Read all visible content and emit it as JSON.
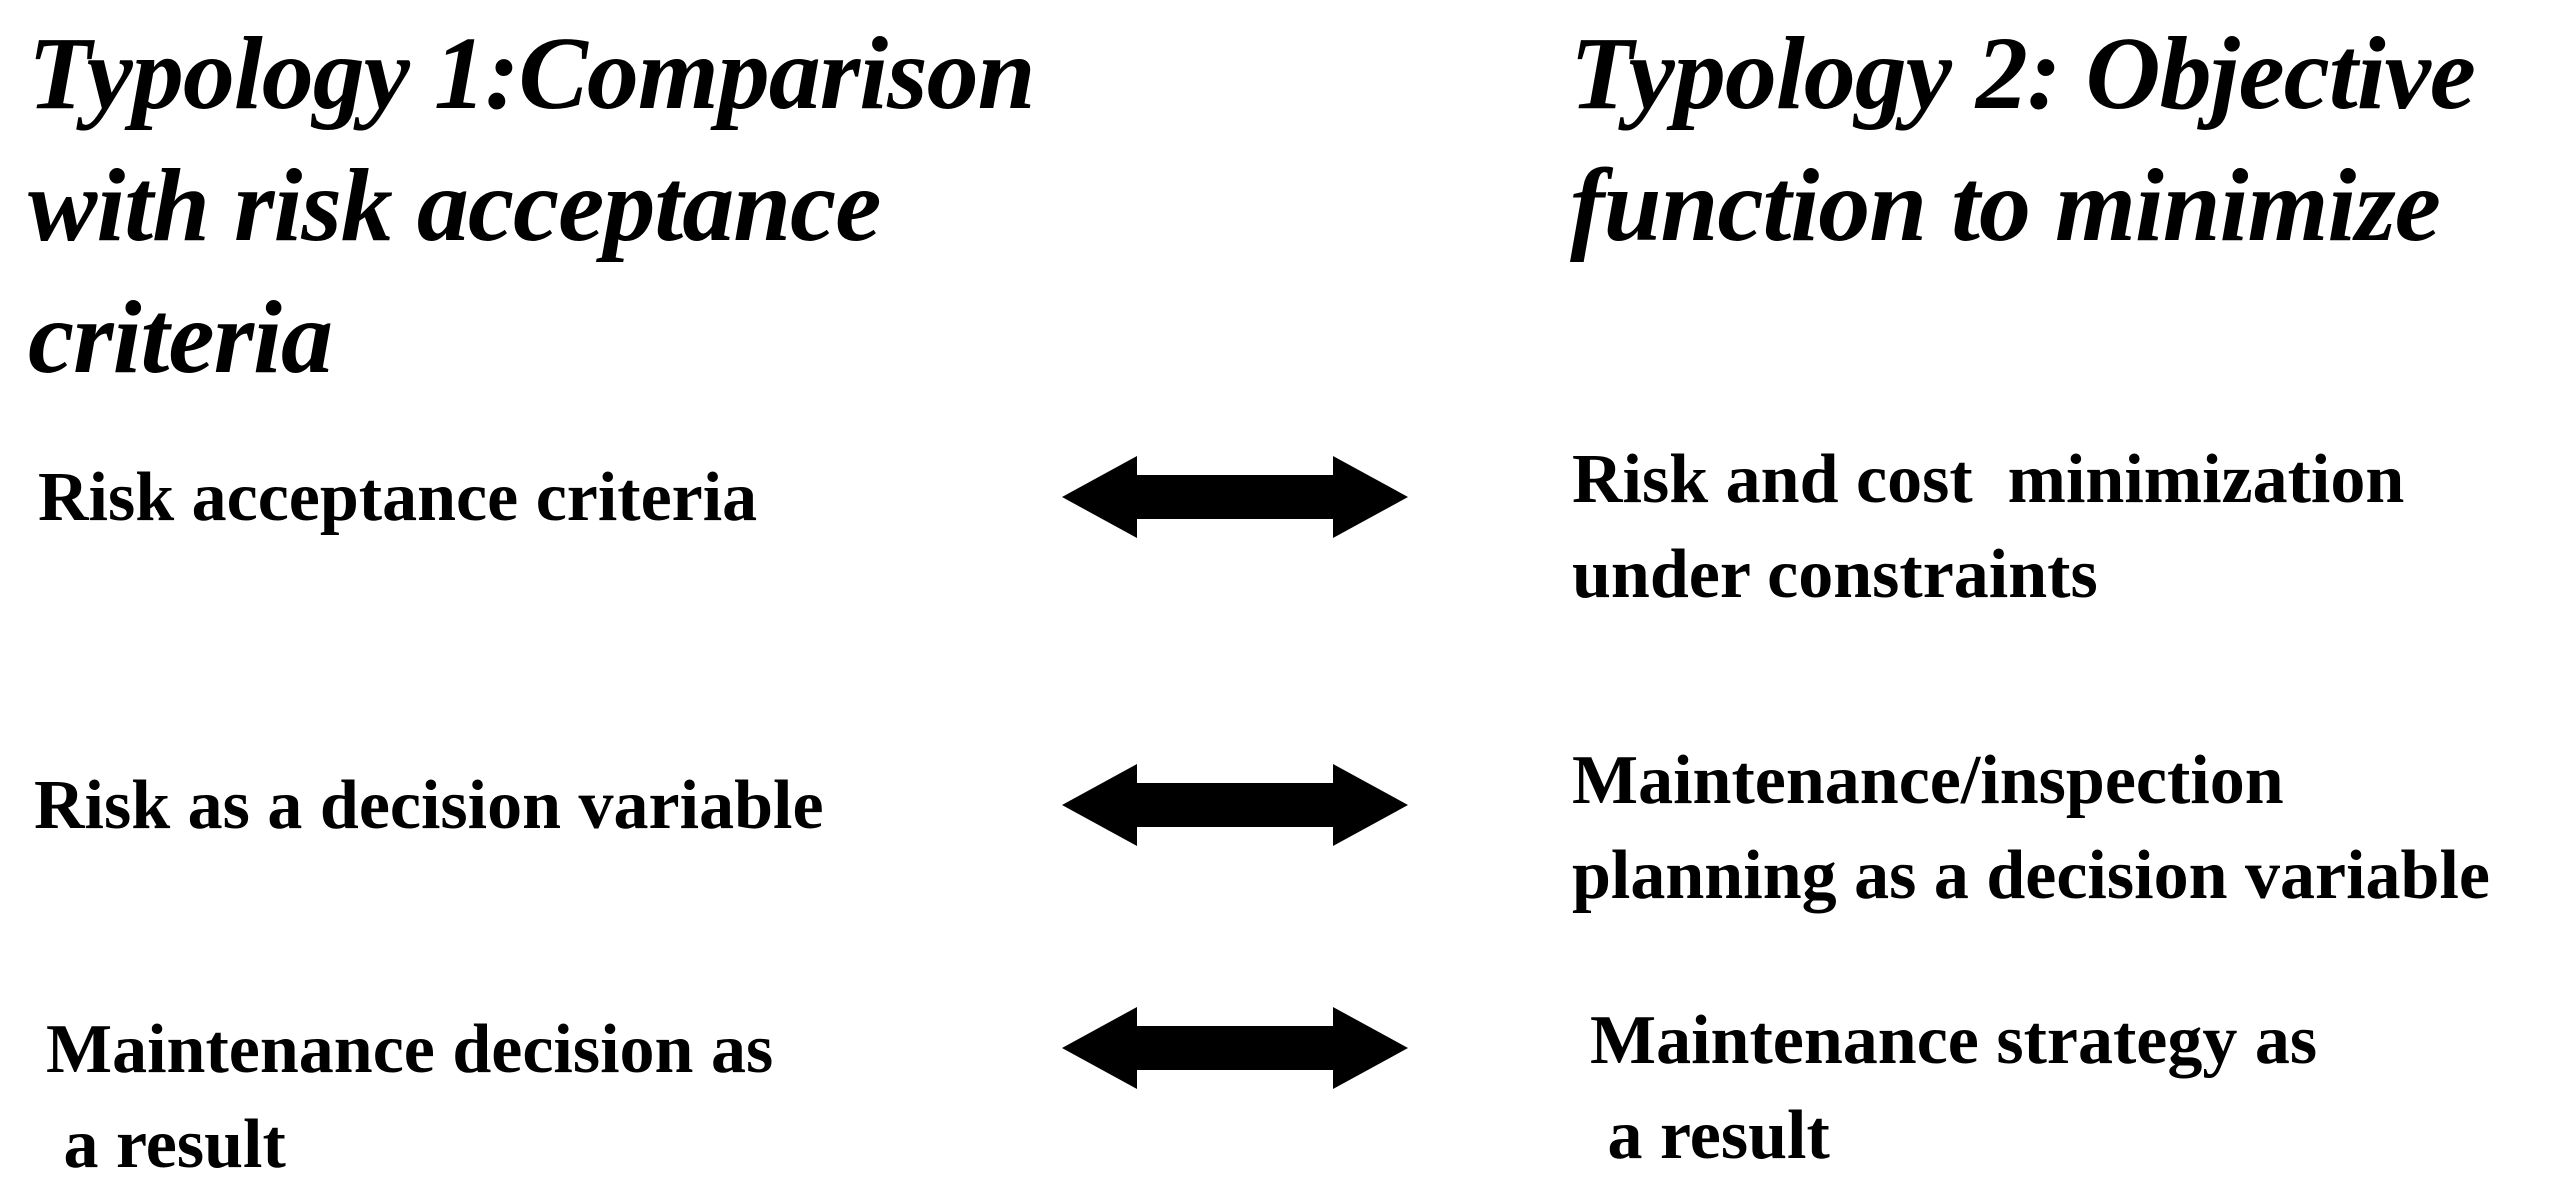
{
  "page": {
    "background_color": "#ffffff",
    "text_color": "#000000"
  },
  "left_column": {
    "title": "Typology 1:Comparison with risk acceptance criteria",
    "title_lines": [
      "Typology 1:Comparison",
      "with risk acceptance",
      "criteria"
    ]
  },
  "right_column": {
    "title": "Typology 2: Objective function to minimize",
    "title_lines": [
      "Typology 2: Objective",
      "function to minimize"
    ]
  },
  "rows": [
    {
      "left_lines": [
        "Risk acceptance criteria"
      ],
      "right_lines": [
        "Risk and cost  minimization",
        "under constraints"
      ]
    },
    {
      "left_lines": [
        "Risk as a decision variable"
      ],
      "right_lines": [
        "Maintenance/inspection",
        "planning as a decision variable"
      ]
    },
    {
      "left_lines": [
        "Maintenance decision as",
        " a result"
      ],
      "right_lines": [
        "Maintenance strategy as",
        " a result"
      ]
    }
  ],
  "icons": {
    "double_arrow": {
      "name": "double-headed-arrow",
      "color": "#000000"
    }
  }
}
